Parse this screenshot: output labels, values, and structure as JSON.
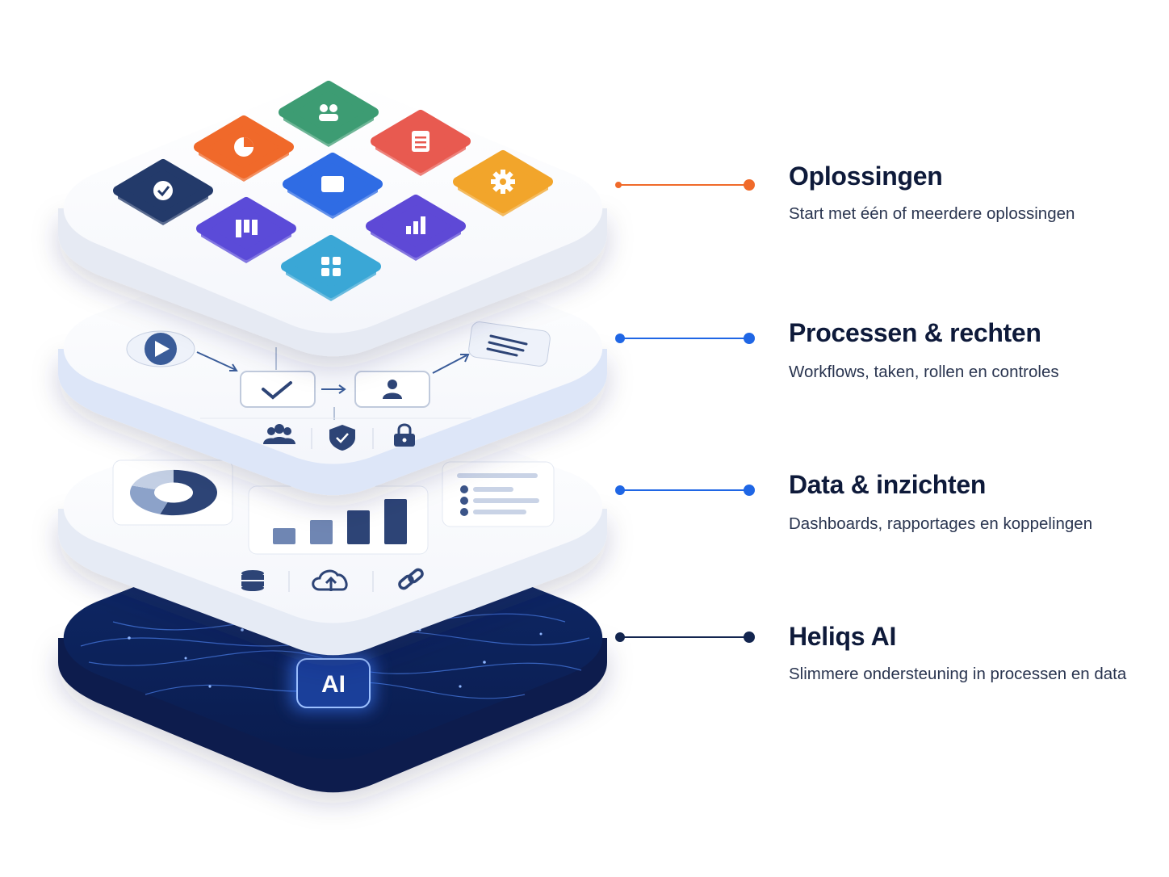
{
  "layers": [
    {
      "title": "Oplossingen",
      "description": "Start met één of meerdere oplossingen",
      "accent": "#f06a2a"
    },
    {
      "title": "Processen & rechten",
      "description": "Workflows, taken, rollen en controles",
      "accent": "#1f66e5"
    },
    {
      "title": "Data & inzichten",
      "description": "Dashboards, rapportages en koppelingen",
      "accent": "#1f66e5"
    },
    {
      "title": "Heliqs AI",
      "description": "Slimmere ondersteuning in processen en data",
      "accent": "#13254f"
    }
  ],
  "ai_badge": "AI",
  "tiles": [
    {
      "icon": "check-circle-icon",
      "color": "#233a6a"
    },
    {
      "icon": "pie-chart-icon",
      "color": "#f0692a"
    },
    {
      "icon": "people-icon",
      "color": "#3d9c73"
    },
    {
      "icon": "folder-icon",
      "color": "#2f6ce4"
    },
    {
      "icon": "document-icon",
      "color": "#e85a50"
    },
    {
      "icon": "kanban-icon",
      "color": "#5b4bd8"
    },
    {
      "icon": "bar-chart-icon",
      "color": "#5e49d6"
    },
    {
      "icon": "gear-icon",
      "color": "#f2a52b"
    },
    {
      "icon": "grid-icon",
      "color": "#3aa7d6"
    }
  ],
  "process_icons": [
    "play-icon",
    "check-icon",
    "user-icon",
    "list-icon",
    "people-icon",
    "shield-check-icon",
    "lock-icon"
  ],
  "data_icons": [
    "donut-chart-icon",
    "bar-chart-icon",
    "list-icon",
    "database-icon",
    "cloud-upload-icon",
    "link-icon"
  ],
  "bar_chart": {
    "values": [
      2,
      3,
      4.2,
      5.6
    ]
  },
  "donut_chart": {
    "values": [
      55,
      25,
      20
    ]
  }
}
